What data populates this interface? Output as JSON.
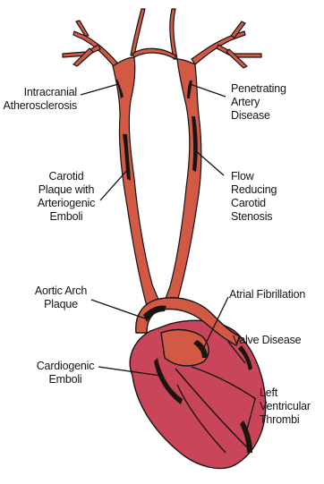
{
  "labels": {
    "intracranial_atherosclerosis": "Intracranial\nAtherosclerosis",
    "penetrating_artery_disease": "Penetrating\nArtery\nDisease",
    "carotid_plaque": "Carotid\nPlaque with\nArteriogenic\nEmboli",
    "flow_reducing_stenosis": "Flow\nReducing\nCarotid\nStenosis",
    "aortic_arch_plaque": "Aortic Arch\nPlaque",
    "atrial_fibrillation": "Atrial Fibrillation",
    "valve_disease": "Valve Disease",
    "cardiogenic_emboli": "Cardiogenic\nEmboli",
    "left_ventricular_thrombi": "Left\nVentricular\nThrombi"
  },
  "colors": {
    "artery": "#d25a44",
    "heart": "#c94559",
    "lesion": "#1c1410",
    "outline": "#141414"
  }
}
